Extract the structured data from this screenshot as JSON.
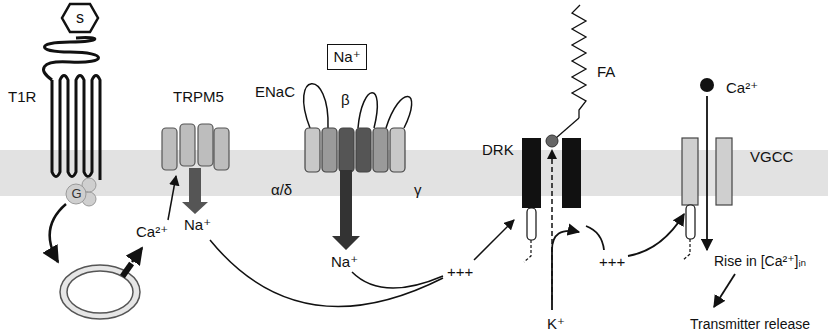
{
  "diagram": {
    "nodes": [
      {
        "text": [
          "s"
        ]
      },
      {
        "text": [
          "Na⁺"
        ]
      },
      {
        "text": [
          "G"
        ]
      }
    ],
    "labels": [
      "T1R",
      "TRPM5",
      "Ca²⁺",
      "Na⁺",
      "ENaC",
      "β",
      "α/δ",
      "γ",
      "Na⁺",
      "+++",
      "FA",
      "DRK",
      "K⁺",
      "+++",
      "Ca²⁺",
      "VGCC",
      "Rise in [Ca²⁺]ᵢₙ",
      "Transmitter release"
    ]
  }
}
